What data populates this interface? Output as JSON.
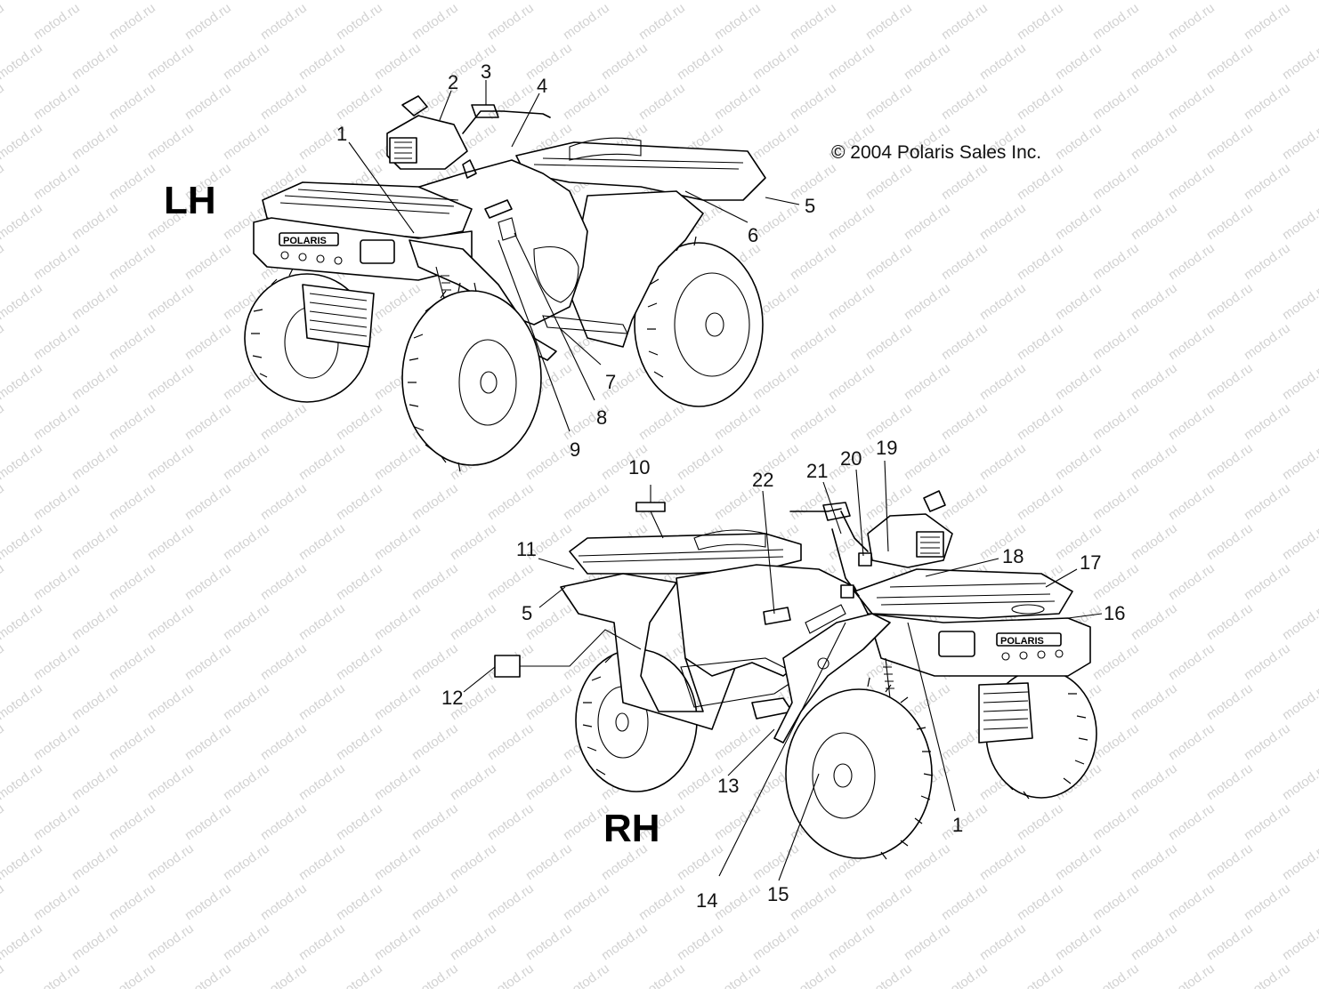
{
  "watermark": "motod.ru",
  "copyright": "© 2004 Polaris Sales Inc.",
  "views": {
    "lh_label": "LH",
    "rh_label": "RH"
  },
  "brand_badge": "POLARIS",
  "callouts_lh": [
    "1",
    "2",
    "3",
    "4",
    "5",
    "6",
    "7",
    "8",
    "9"
  ],
  "callouts_rh": [
    "10",
    "22",
    "21",
    "20",
    "19",
    "11",
    "18",
    "17",
    "5",
    "16",
    "12",
    "13",
    "1",
    "14",
    "15"
  ]
}
